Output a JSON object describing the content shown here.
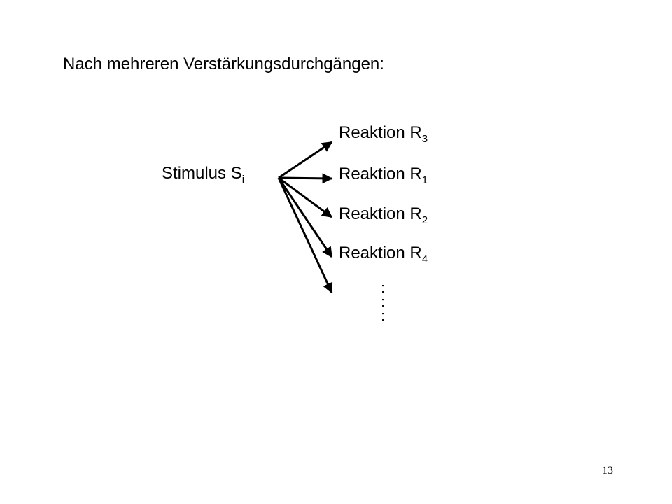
{
  "slide": {
    "heading": "Nach mehreren Verstärkungsdurchgängen:",
    "page_number": "13"
  },
  "diagram": {
    "stimulus": {
      "label": "Stimulus  S",
      "subscript": "i"
    },
    "reactions": [
      {
        "label": "Reaktion R",
        "subscript": "3"
      },
      {
        "label": "Reaktion R",
        "subscript": "1"
      },
      {
        "label": "Reaktion R",
        "subscript": "2"
      },
      {
        "label": "Reaktion R",
        "subscript": "4"
      }
    ],
    "continuation": [
      ":",
      ":",
      ":"
    ]
  }
}
